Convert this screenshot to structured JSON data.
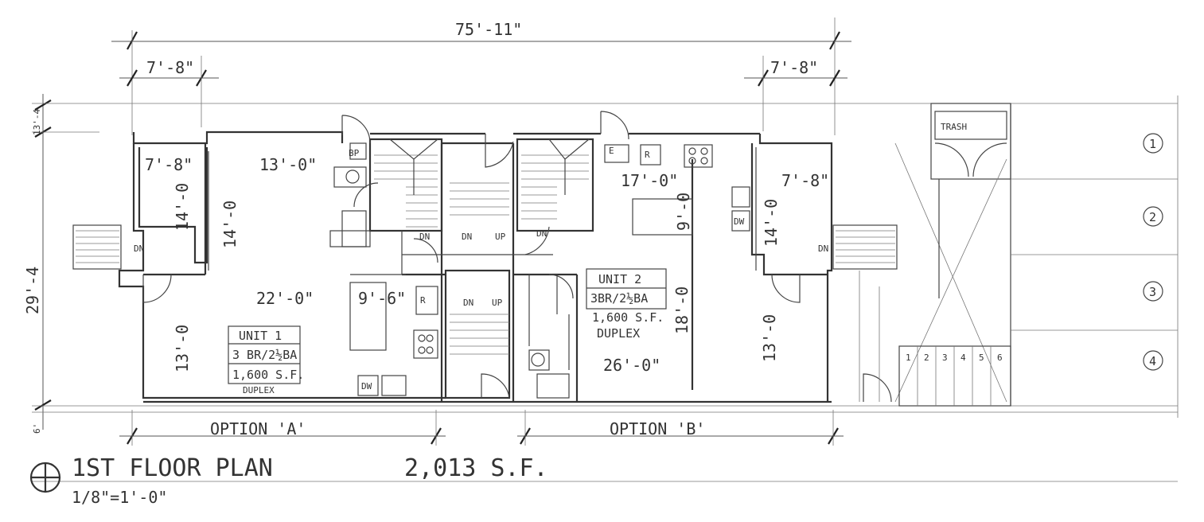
{
  "dimensions": {
    "overall_width": "75'-11\"",
    "left_bay": "7'-8\"",
    "right_bay": "7'-8\"",
    "left_top_depth": "13'-4",
    "left_main_depth": "29'-4",
    "left_bottom": "6'",
    "left_room_width": "7'-8\"",
    "left_room_depth": "14'-0",
    "living_width": "13'-0\"",
    "living_depth": "14'-0",
    "unit1_width": "22'-0\"",
    "island1": "9'-6\"",
    "unit1_bottom_depth": "13'-0",
    "unit2_kitchen_width": "17'-0\"",
    "unit2_island": "9'-0",
    "unit2_depth": "18'-0",
    "unit2_width": "26'-0\"",
    "right_room_width": "7'-8\"",
    "right_room_depth": "14'-0",
    "right_bottom_depth": "13'-0"
  },
  "options": {
    "a": "OPTION 'A'",
    "b": "OPTION 'B'"
  },
  "units": [
    {
      "name": "UNIT 1",
      "rooms": "3 BR/2½BA",
      "area": "1,600 S.F.",
      "type": "DUPLEX"
    },
    {
      "name": "UNIT 2",
      "rooms": "3BR/2½BA",
      "area": "1,600 S.F.",
      "type": "DUPLEX"
    }
  ],
  "fixtures": {
    "dn": "DN",
    "up": "UP",
    "dw": "DW",
    "r": "R",
    "e": "E",
    "bp": "BP",
    "trash": "TRASH"
  },
  "parking_spaces": [
    "1",
    "2",
    "3",
    "4"
  ],
  "bike_spaces": [
    "1",
    "2",
    "3",
    "4",
    "5",
    "6"
  ],
  "title": {
    "name": "1ST FLOOR PLAN",
    "scale": "1/8\"=1'-0\"",
    "area": "2,013 S.F."
  }
}
